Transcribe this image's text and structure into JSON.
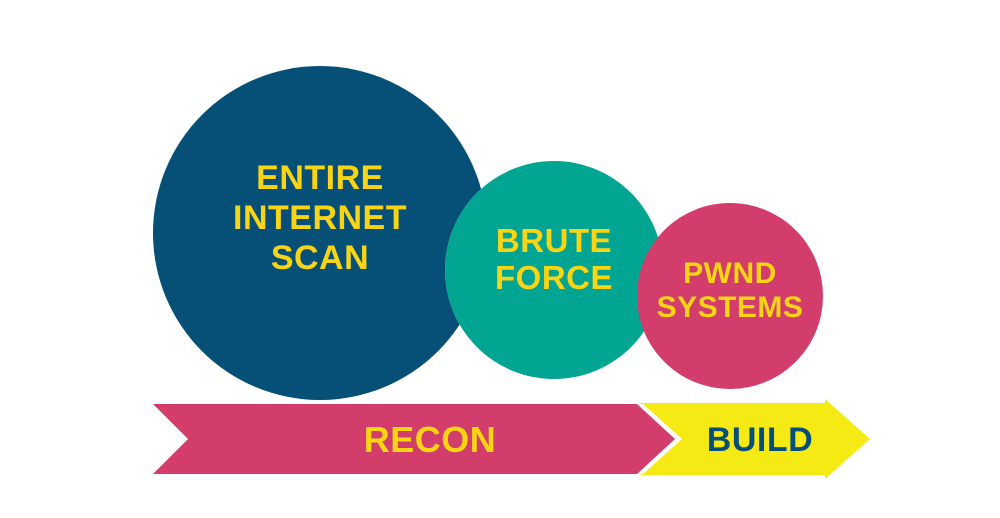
{
  "colors": {
    "navy": "#064f77",
    "teal": "#02a591",
    "pink": "#d23d6c",
    "yellow": "#f9d415",
    "lime_yellow": "#f5ea14",
    "background": "#ffffff"
  },
  "circles": [
    {
      "id": "entire-internet-scan",
      "lines": [
        "ENTIRE",
        "INTERNET",
        "SCAN"
      ]
    },
    {
      "id": "brute-force",
      "lines": [
        "BRUTE",
        "FORCE"
      ]
    },
    {
      "id": "pwnd-systems",
      "lines": [
        "PWND",
        "SYSTEMS"
      ]
    }
  ],
  "arrows": {
    "recon": {
      "label": "RECON"
    },
    "build": {
      "label": "BUILD"
    }
  }
}
